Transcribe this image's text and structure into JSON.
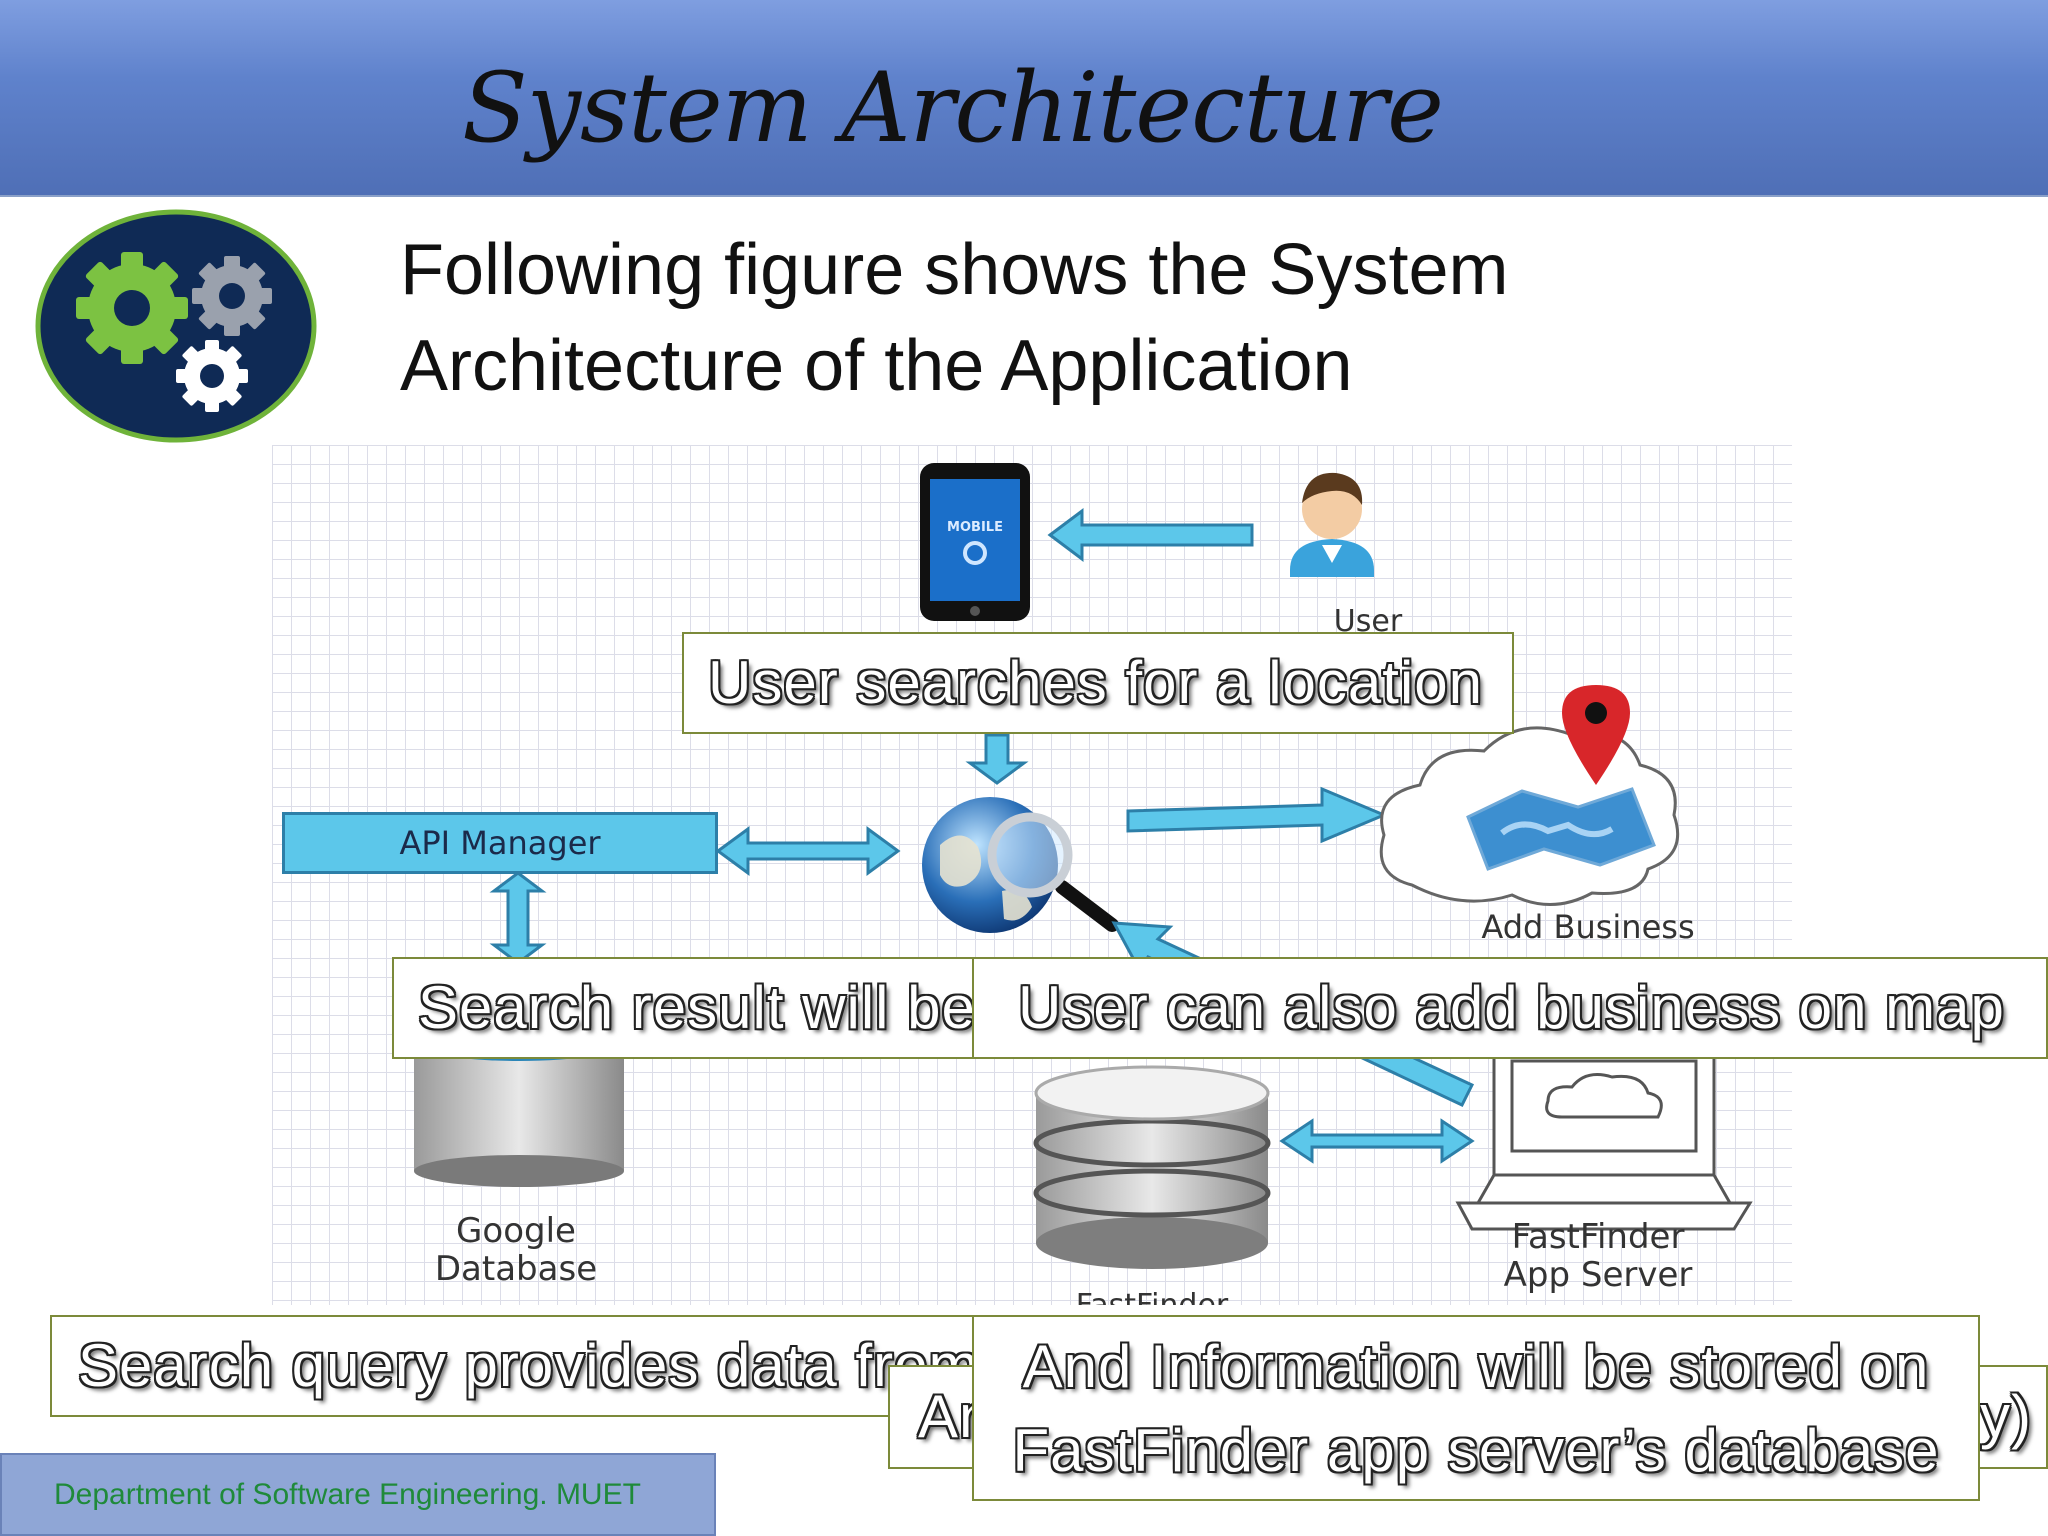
{
  "slide": {
    "title": "System Architecture",
    "subtitle_line1": "Following figure shows the System",
    "subtitle_line2": "Architecture of the Application",
    "footer": "Department of Software Engineering. MUET"
  },
  "diagram": {
    "mobile_label": "MOBILE",
    "user_label": "User",
    "api_manager": "API Manager",
    "add_business_label": "Add Business",
    "google_db_line1": "Google",
    "google_db_line2": "Database",
    "app_server_line1": "FastFinder",
    "app_server_line2": "App Server",
    "fastfinder_db_label": "FastFinder"
  },
  "callouts": {
    "user_searches": "User searches for a location",
    "search_result": "Search result will be",
    "add_business": "User can also add business on map",
    "search_query": "Search query provides data from",
    "hidden_partial_left": "An",
    "hidden_partial_right": "y)",
    "stored_line1": "And Information will be stored on",
    "stored_line2": "FastFinder app server’s database"
  },
  "colors": {
    "header": "#5f82cc",
    "arrow_fill": "#5cc7ea",
    "arrow_stroke": "#2d7fa8",
    "callout_border": "#7c8a3a",
    "footer_text": "#1f8a3a"
  }
}
